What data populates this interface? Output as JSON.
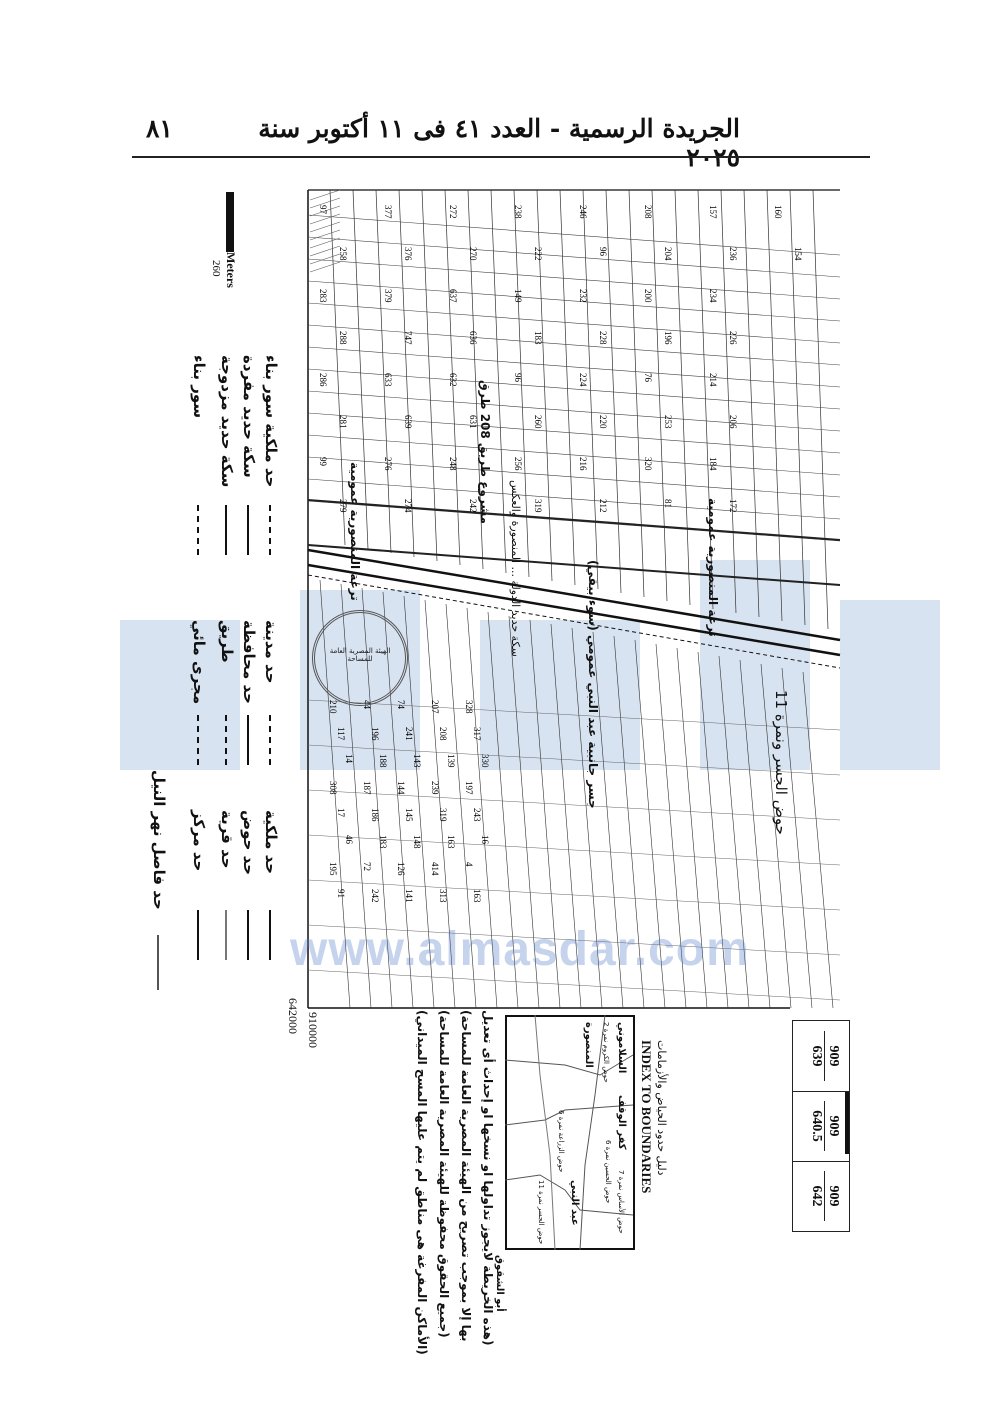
{
  "header": {
    "title": "الجريدة الرسمية - العدد ٤١ فى ١١ أكتوبر سنة ٢٠٢٥",
    "page_number": "٨١"
  },
  "map": {
    "labels": {
      "canal": "ترعة المنصورية عمومية",
      "canal2": "ترعة المنصورية عمومية",
      "road_project": "مشروع طريق 208 طرق",
      "embankment": "جسر جانبية عبد النبي عمومي (سوء بيقي)",
      "basin": "حوض الجسر ونمرة 11",
      "railway": "سكة حديد الدولة ... المنصورة والعكس",
      "coord_x": "642000",
      "coord_y": "910000"
    },
    "parcels": [
      "97",
      "258",
      "283",
      "288",
      "286",
      "281",
      "99",
      "279",
      "377",
      "376",
      "379",
      "747",
      "633",
      "639",
      "276",
      "274",
      "272",
      "270",
      "637",
      "636",
      "632",
      "631",
      "248",
      "242",
      "238",
      "222",
      "149",
      "183",
      "96",
      "260",
      "256",
      "319",
      "246",
      "96",
      "232",
      "228",
      "224",
      "220",
      "216",
      "212",
      "208",
      "204",
      "200",
      "196",
      "76",
      "253",
      "320",
      "81",
      "157",
      "236",
      "234",
      "226",
      "214",
      "206",
      "184",
      "172",
      "160",
      "154",
      "210",
      "117",
      "14",
      "308",
      "17",
      "46",
      "195",
      "91",
      "44",
      "196",
      "188",
      "187",
      "186",
      "183",
      "72",
      "242",
      "74",
      "241",
      "143",
      "144",
      "145",
      "148",
      "126",
      "141",
      "207",
      "208",
      "139",
      "239",
      "319",
      "163",
      "414",
      "313",
      "328",
      "317",
      "330",
      "197",
      "243",
      "16",
      "4",
      "163"
    ]
  },
  "scale": {
    "unit": "Meters",
    "value": "260"
  },
  "legend": {
    "items": [
      "حد ملكية سور بناء",
      "سكة حديد مفردة",
      "سكة حديد مزدوجة",
      "سور بناء",
      "حد مدينة",
      "حد محافظة",
      "طريق",
      "مجرى مائي",
      "حد ملكية",
      "حد حوض",
      "حد قرية",
      "حد مركز",
      "حد فاصل نهر النيل"
    ]
  },
  "index": {
    "title_ar": "دليل حدود الحياض والأزمامات",
    "title_en": "INDEX TO BOUNDARIES",
    "sheets": [
      {
        "top": "909",
        "bottom": "639"
      },
      {
        "top": "909",
        "bottom": "640.5"
      },
      {
        "top": "909",
        "bottom": "642"
      }
    ],
    "map_labels": [
      "السلاموني",
      "كفر الوقف",
      "المنصورة",
      "حوض الجسر نمرة 11",
      "حوض الأساس نمرة 7",
      "حوض الحسين نمرة 6",
      "حوض الكروم نمرة 2",
      "حوض الزراعة نمرة 6",
      "عبد النبي",
      "أبو الشقوق"
    ]
  },
  "notes": [
    "(هذه الخريطة لايجوز تداولها او نسخها او إحداث أى تعديل",
    "بها إلا بموجب تصريح من الهيئة المصرية العامة للمساحة)",
    "(جميع الحقوق محفوظة للهيئة المصرية العامة للمساحة)",
    "(الأماكن المفرغة هى مناطق لم يتم عليها المسح الميداني)"
  ],
  "stamp": {
    "text": "الهيئة المصرية العامة للمساحة"
  },
  "watermark": "www.almasdar.com"
}
